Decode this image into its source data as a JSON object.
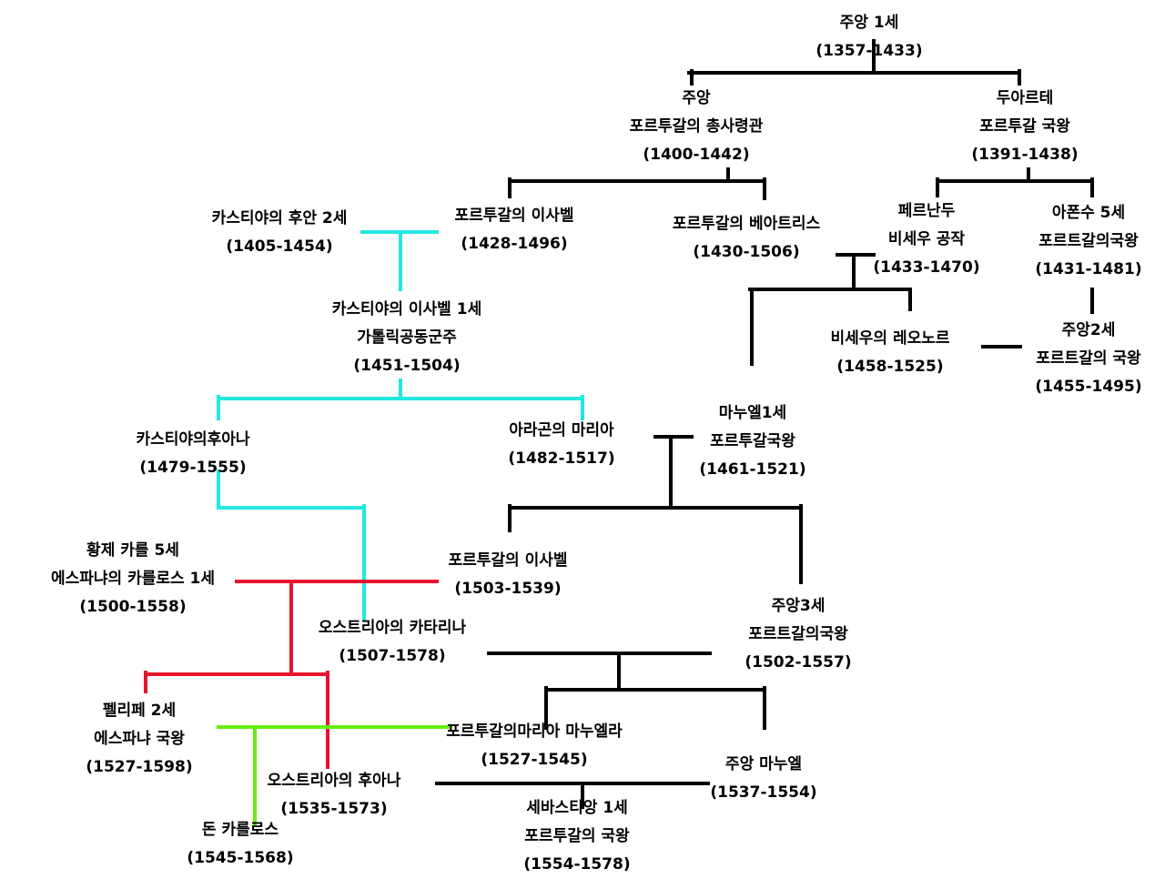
{
  "people": {
    "juan1": {
      "lines": [
        "주앙 1세",
        "(1357-1433)"
      ]
    },
    "juan_c": {
      "lines": [
        "주앙",
        "포르투갈의 총사령관",
        "(1400-1442)"
      ]
    },
    "duarte": {
      "lines": [
        "두아르테",
        "포르투갈 국왕",
        "(1391-1438)"
      ]
    },
    "juan2c": {
      "lines": [
        "카스티야의 후안 2세",
        "(1405-1454)"
      ]
    },
    "isabel_p": {
      "lines": [
        "포르투갈의 이사벨",
        "(1428-1496)"
      ]
    },
    "beatriz": {
      "lines": [
        "포르투갈의 베아트리스",
        "(1430-1506)"
      ]
    },
    "fernando": {
      "lines": [
        "페르난두",
        "비세우 공작",
        "(1433-1470)"
      ]
    },
    "afonso5": {
      "lines": [
        "아폰수 5세",
        "포르트갈의국왕",
        "(1431-1481)"
      ]
    },
    "isabel1": {
      "lines": [
        "카스티야의 이사벨 1세",
        "가톨릭공동군주",
        "(1451-1504)"
      ]
    },
    "leonor": {
      "lines": [
        "비세우의 레오노르",
        "(1458-1525)"
      ]
    },
    "juan2p": {
      "lines": [
        "주앙2세",
        "포르트갈의 국왕",
        "(1455-1495)"
      ]
    },
    "juana": {
      "lines": [
        "카스티야의후아나",
        "(1479-1555)"
      ]
    },
    "maria_a": {
      "lines": [
        "아라곤의 마리아",
        "(1482-1517)"
      ]
    },
    "manuel1": {
      "lines": [
        "마누엘1세",
        "포르투갈국왕",
        "(1461-1521)"
      ]
    },
    "carlos5": {
      "lines": [
        "황제 카를 5세",
        "에스파냐의 카를로스 1세",
        "(1500-1558)"
      ]
    },
    "isabel_p2": {
      "lines": [
        "포르투갈의 이사벨",
        "(1503-1539)"
      ]
    },
    "juan3": {
      "lines": [
        "주앙3세",
        "포르트갈의국왕",
        "(1502-1557)"
      ]
    },
    "catalina": {
      "lines": [
        "오스트리아의 카타리나",
        "(1507-1578)"
      ]
    },
    "felipe2": {
      "lines": [
        "펠리페 2세",
        "에스파냐 국왕",
        "(1527-1598)"
      ]
    },
    "maria_m": {
      "lines": [
        "포르투갈의마리아 마누엘라",
        "(1527-1545)"
      ]
    },
    "juan_m": {
      "lines": [
        "주앙 마누엘",
        "(1537-1554)"
      ]
    },
    "juana_a": {
      "lines": [
        "오스트리아의 후아나",
        "(1535-1573)"
      ]
    },
    "carlos_d": {
      "lines": [
        "돈 카를로스",
        "(1545-1568)"
      ]
    },
    "sebastiao": {
      "lines": [
        "세바스티앙 1세",
        "포르투갈의 국왕",
        "(1554-1578)"
      ]
    }
  },
  "line_colors": {
    "black": "#000000",
    "cyan": "#22e8df",
    "red": "#e8142f",
    "green": "#66ee11"
  }
}
